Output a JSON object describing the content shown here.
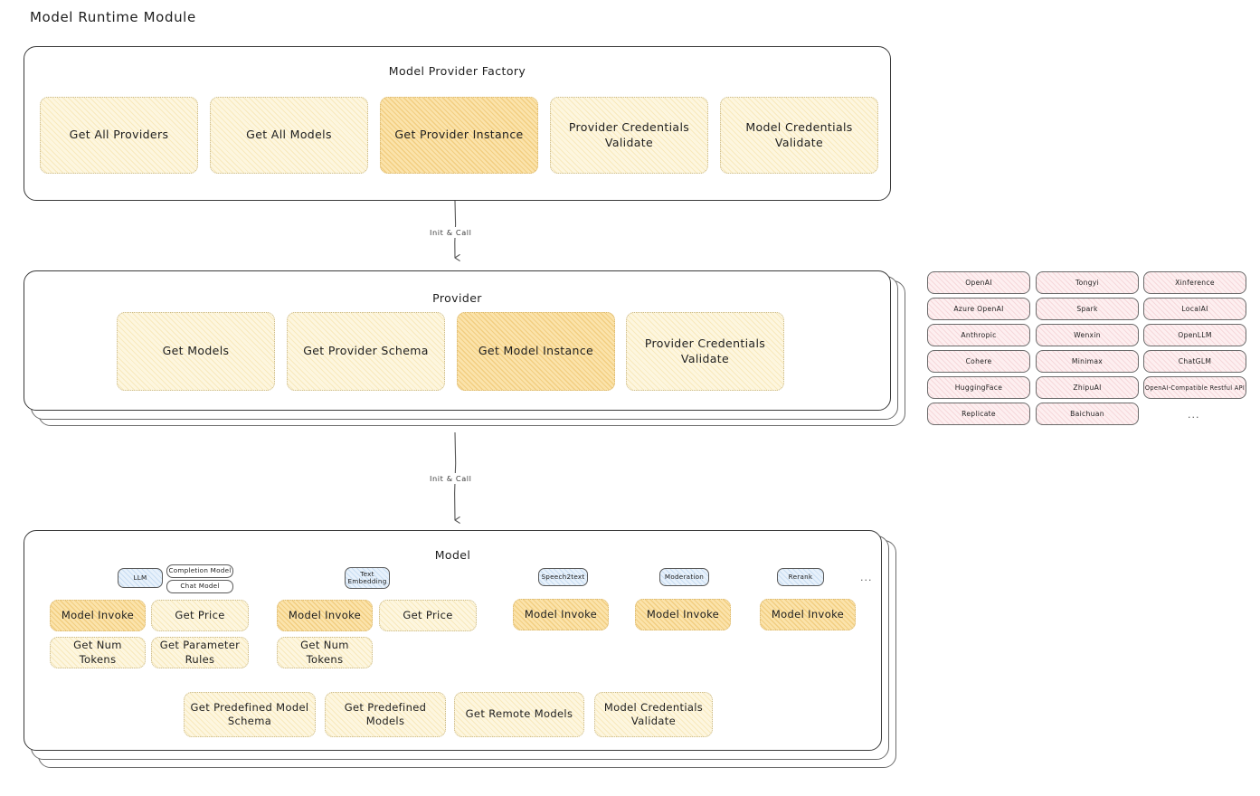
{
  "page": {
    "title": "Model Runtime Module"
  },
  "factory": {
    "title": "Model Provider Factory",
    "nodes": [
      {
        "label": "Get All Providers",
        "highlight": false
      },
      {
        "label": "Get All Models",
        "highlight": false
      },
      {
        "label": "Get Provider Instance",
        "highlight": true
      },
      {
        "label": "Provider Credentials Validate",
        "highlight": false
      },
      {
        "label": "Model Credentials Validate",
        "highlight": false
      }
    ]
  },
  "arrows": [
    {
      "label": "Init & Call"
    },
    {
      "label": "Init & Call"
    }
  ],
  "provider": {
    "title": "Provider",
    "nodes": [
      {
        "label": "Get Models",
        "highlight": false
      },
      {
        "label": "Get Provider Schema",
        "highlight": false
      },
      {
        "label": "Get Model Instance",
        "highlight": true
      },
      {
        "label": "Provider Credentials Validate",
        "highlight": false
      }
    ]
  },
  "provider_list": {
    "columns": [
      [
        "OpenAI",
        "Azure OpenAI",
        "Anthropic",
        "Cohere",
        "HuggingFace",
        "Replicate"
      ],
      [
        "Tongyi",
        "Spark",
        "Wenxin",
        "Minimax",
        "ZhipuAI",
        "Baichuan"
      ],
      [
        "Xinference",
        "LocalAI",
        "OpenLLM",
        "ChatGLM",
        "OpenAI-Compatible Restful API"
      ]
    ],
    "more_indicator": "..."
  },
  "model": {
    "title": "Model",
    "more_indicator": "...",
    "types": [
      {
        "name": "LLM",
        "subtypes": [
          "Completion Model",
          "Chat Model"
        ],
        "operations": [
          {
            "label": "Model Invoke",
            "highlight": true
          },
          {
            "label": "Get Price",
            "highlight": false
          },
          {
            "label": "Get Num Tokens",
            "highlight": false
          },
          {
            "label": "Get Parameter Rules",
            "highlight": false
          }
        ]
      },
      {
        "name": "Text Embedding",
        "subtypes": [],
        "operations": [
          {
            "label": "Model Invoke",
            "highlight": true
          },
          {
            "label": "Get Price",
            "highlight": false
          },
          {
            "label": "Get Num Tokens",
            "highlight": false
          }
        ]
      },
      {
        "name": "Speech2text",
        "subtypes": [],
        "operations": [
          {
            "label": "Model Invoke",
            "highlight": true
          }
        ]
      },
      {
        "name": "Moderation",
        "subtypes": [],
        "operations": [
          {
            "label": "Model Invoke",
            "highlight": true
          }
        ]
      },
      {
        "name": "Rerank",
        "subtypes": [],
        "operations": [
          {
            "label": "Model Invoke",
            "highlight": true
          }
        ]
      }
    ],
    "common_operations": [
      {
        "label": "Get Predefined Model Schema"
      },
      {
        "label": "Get Predefined Models"
      },
      {
        "label": "Get Remote Models"
      },
      {
        "label": "Model Credentials Validate"
      }
    ]
  },
  "colors": {
    "node_fill": "#fdf6df",
    "node_fill_highlight": "#fbe3ab",
    "chip_fill": "#e7f1fb",
    "pill_fill": "#fdeff0",
    "stroke": "#3a3a3a",
    "background": "#ffffff"
  }
}
